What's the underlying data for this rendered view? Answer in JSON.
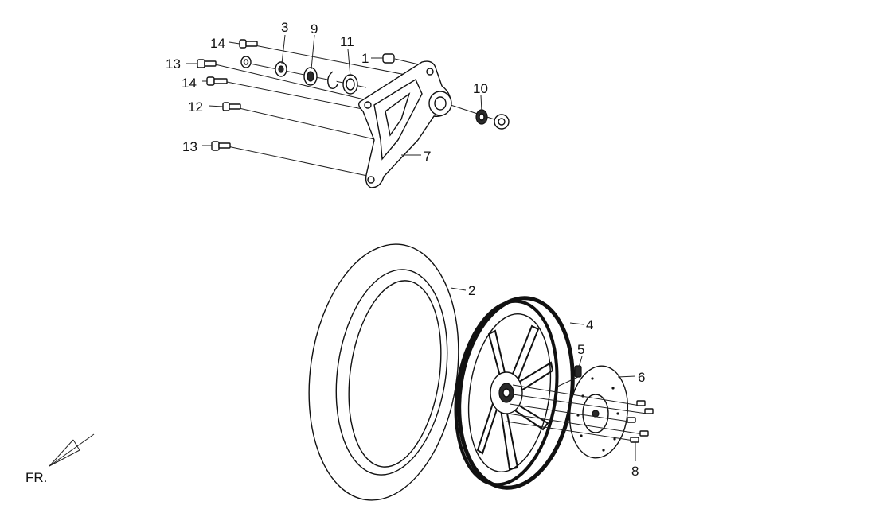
{
  "callouts": [
    {
      "id": "c14a",
      "text": "14"
    },
    {
      "id": "c3",
      "text": "3"
    },
    {
      "id": "c9",
      "text": "9"
    },
    {
      "id": "c11",
      "text": "11"
    },
    {
      "id": "c1",
      "text": "1"
    },
    {
      "id": "c13a",
      "text": "13"
    },
    {
      "id": "c14b",
      "text": "14"
    },
    {
      "id": "c12",
      "text": "12"
    },
    {
      "id": "c10",
      "text": "10"
    },
    {
      "id": "c7",
      "text": "7"
    },
    {
      "id": "c13b",
      "text": "13"
    },
    {
      "id": "c2",
      "text": "2"
    },
    {
      "id": "c4",
      "text": "4"
    },
    {
      "id": "c5",
      "text": "5"
    },
    {
      "id": "c6",
      "text": "6"
    },
    {
      "id": "c8",
      "text": "8"
    }
  ],
  "orientation": {
    "label": "FR."
  }
}
